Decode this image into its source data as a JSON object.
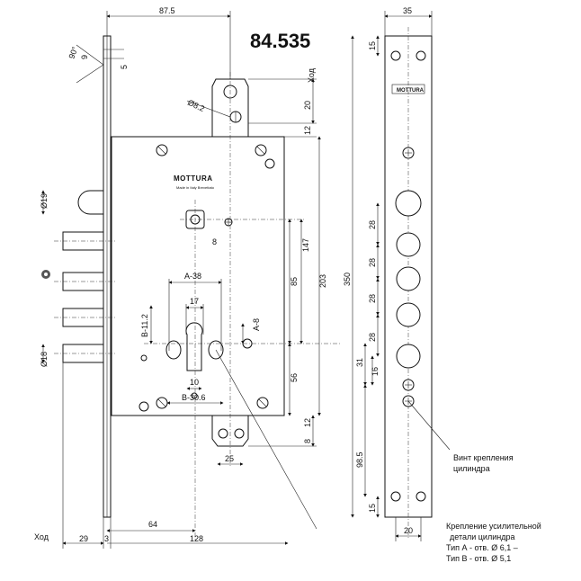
{
  "model_number": "84.535",
  "brand": "MOTTURA",
  "brand_subtitle": "Made in Italy Brevettato",
  "stroke_label": "Ход",
  "dimensions": {
    "top_width": "87.5",
    "side_width": "35",
    "angle": "90°",
    "pin_diam": "9",
    "pin_5": "5",
    "hole_82": "Ø8.2",
    "d20_top": "20",
    "d12_top": "12",
    "d147": "147",
    "d203": "203",
    "d350": "350",
    "d85": "85",
    "d56": "56",
    "d12_bot": "12",
    "d8_bot": "8",
    "d25": "25",
    "d64": "64",
    "d128": "128",
    "d29": "29",
    "d3": "3",
    "d19": "Ø19",
    "d18": "Ø18",
    "sq8": "8",
    "a38": "A-38",
    "d17": "17",
    "b112": "B-11.2",
    "a8": "A-8",
    "d10": "10",
    "b306": "B-30.6",
    "s15_top": "15",
    "s28_1": "28",
    "s28_2": "28",
    "s28_3": "28",
    "s28_4": "28",
    "s31": "31",
    "s16": "16",
    "s985": "98.5",
    "s15_bot": "15",
    "s20": "20"
  },
  "annotations": {
    "screw_line1": "Винт крепления",
    "screw_line2": "цилиндра",
    "reinf_line1": "Крепление усилительной",
    "reinf_line2": "детали цилиндра",
    "reinf_line3": "Тип А - отв. Ø 6,1 –",
    "reinf_line4": "Тип В - отв. Ø 5,1"
  }
}
